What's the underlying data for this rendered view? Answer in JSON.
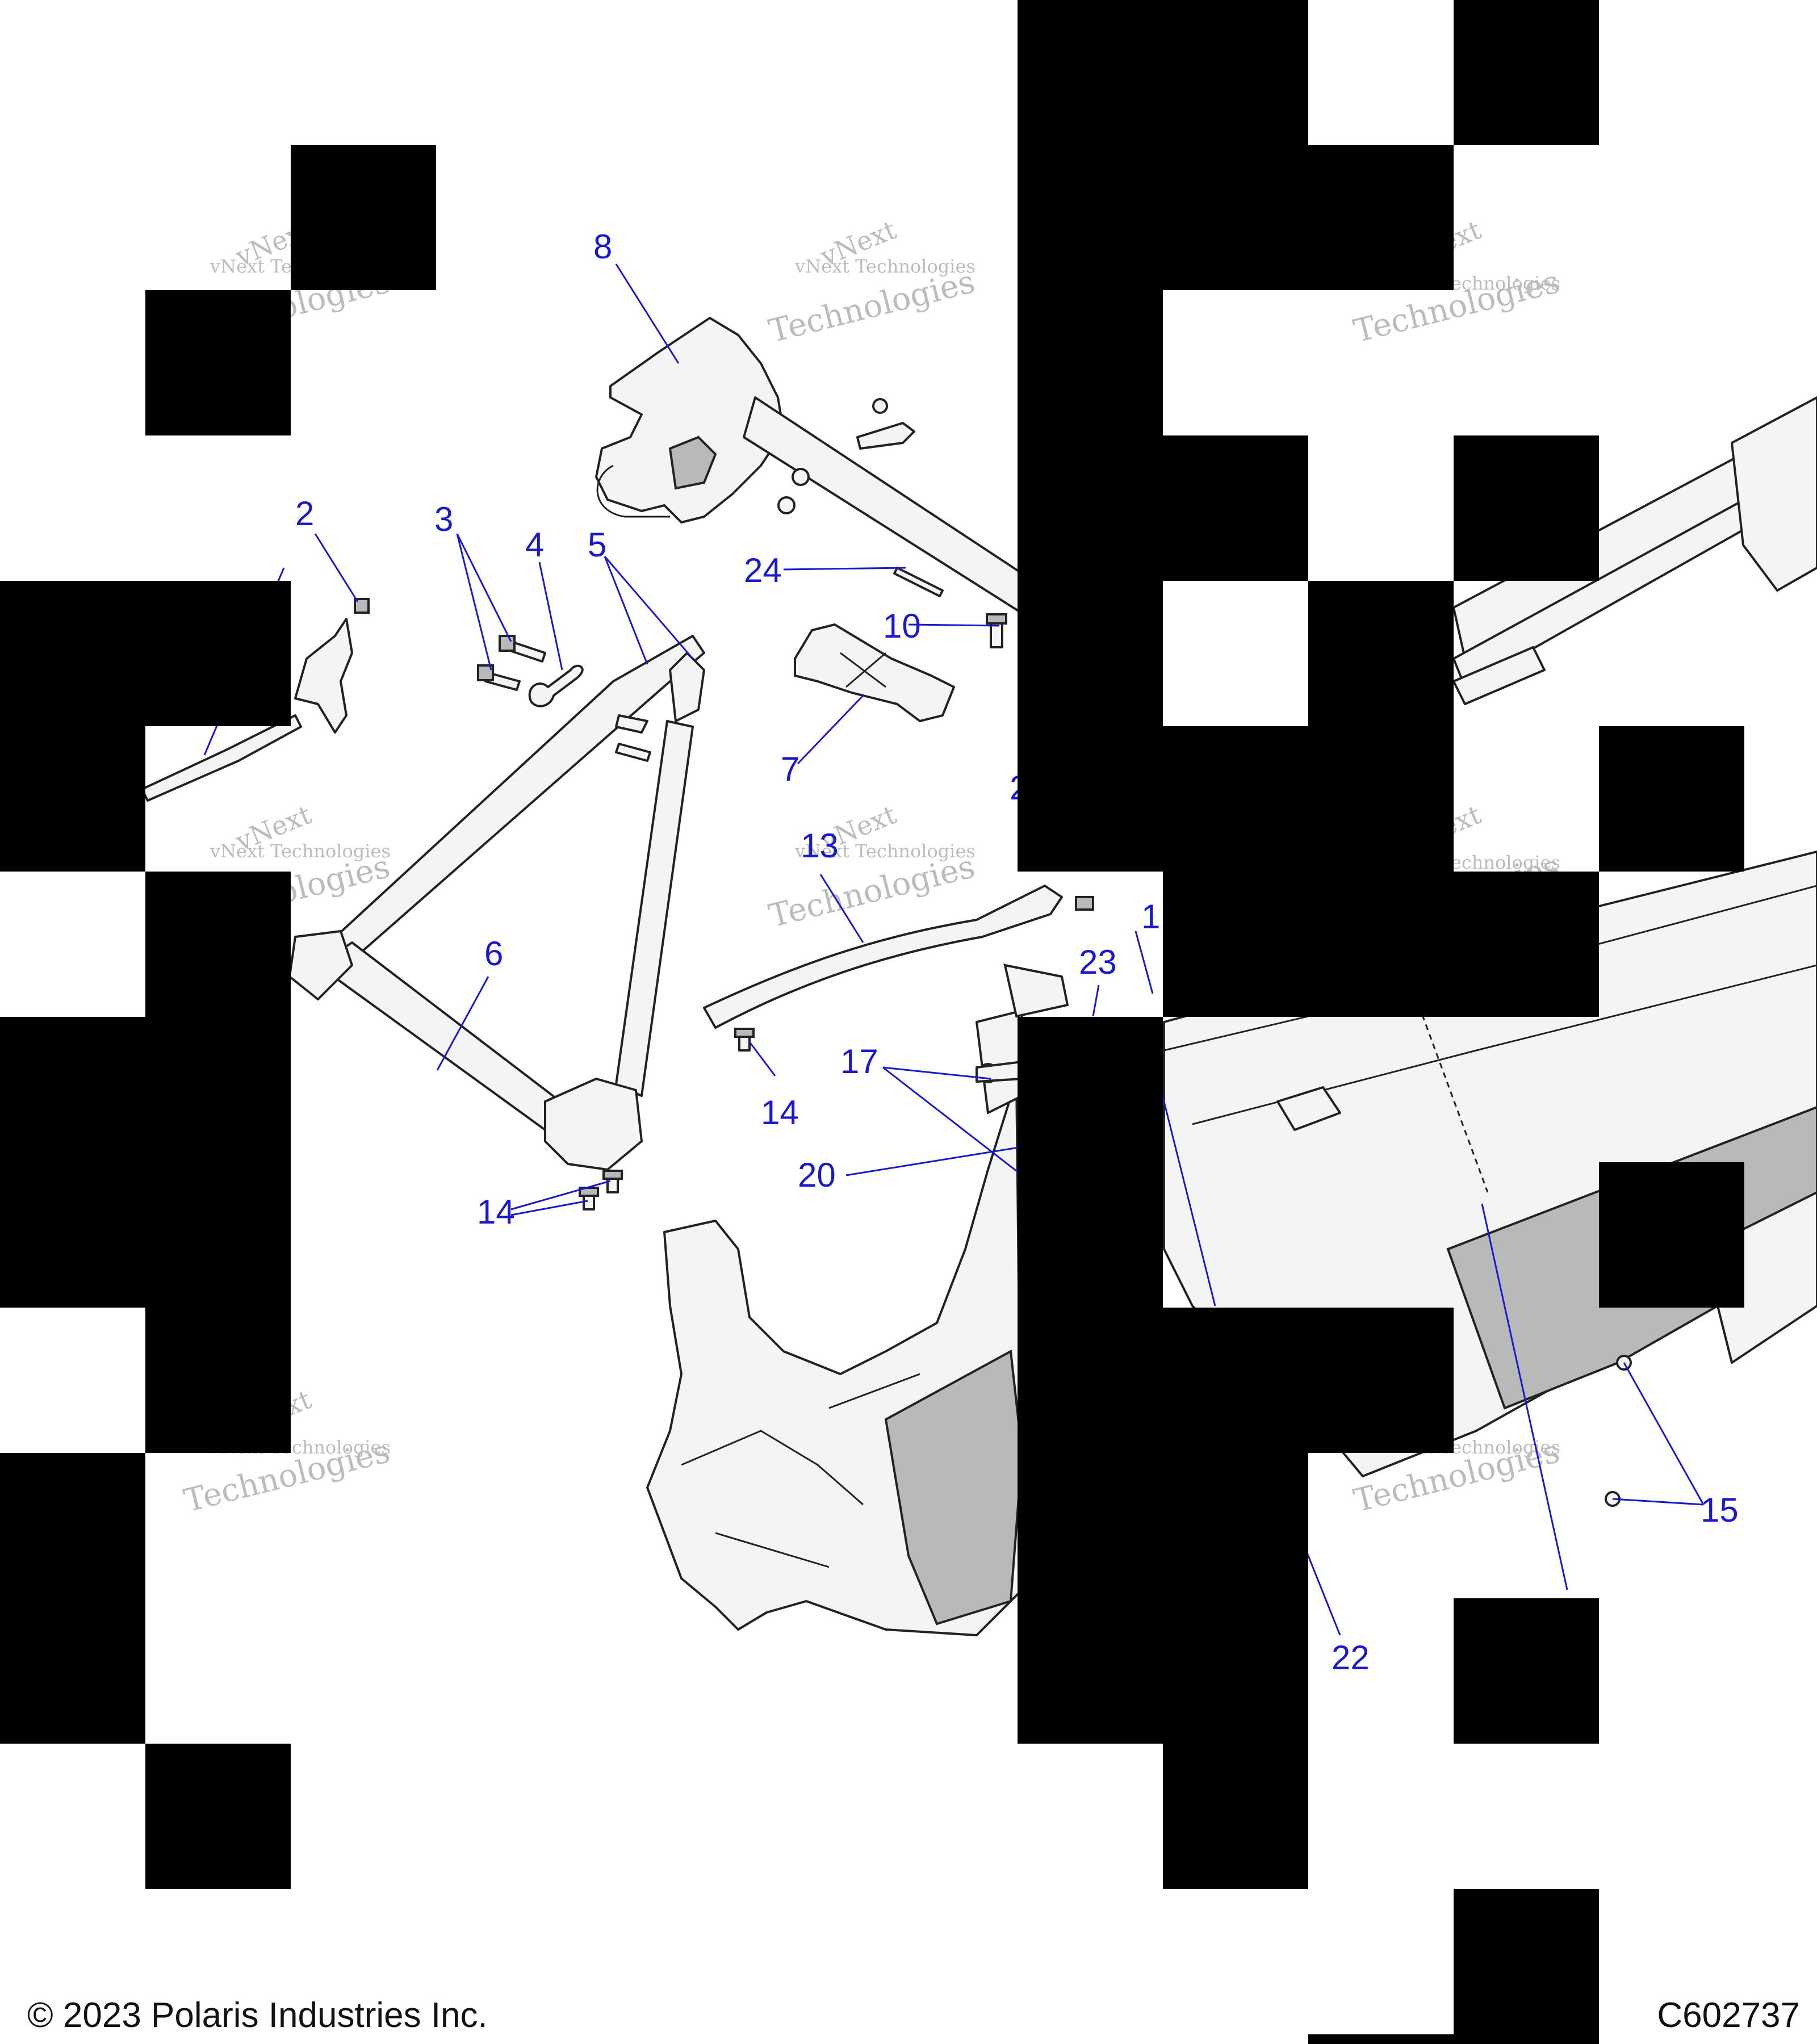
{
  "diagram": {
    "callouts": [
      "8",
      "2",
      "3",
      "4",
      "5",
      "24",
      "10",
      "7",
      "6",
      "13",
      "14",
      "14",
      "17",
      "20",
      "23",
      "15",
      "22",
      "1",
      "2"
    ],
    "watermark": {
      "line1": "vNext Technologies",
      "line2": "vNext",
      "line3": "Technologies"
    },
    "footer": {
      "copyright": "© 2023 Polaris Industries Inc.",
      "figure_code": "C602737"
    }
  }
}
